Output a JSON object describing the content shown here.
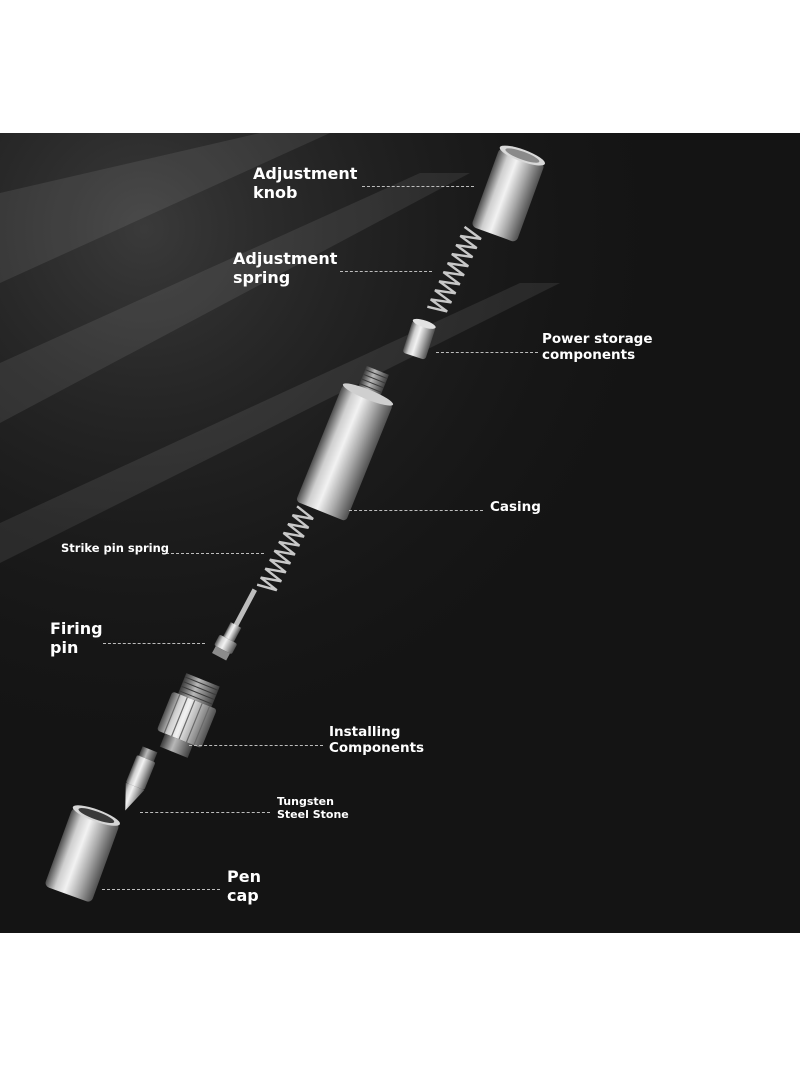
{
  "diagram": {
    "labels": {
      "adjustment_knob": "Adjustment\nknob",
      "adjustment_spring": "Adjustment\nspring",
      "power_storage": "Power storage\ncomponents",
      "casing": "Casing",
      "strike_pin_spring": "Strike pin spring",
      "firing_pin": "Firing\npin",
      "installing_components": "Installing\nComponents",
      "tungsten_steel_stone": "Tungsten\nSteel Stone",
      "pen_cap": "Pen\ncap"
    },
    "colors": {
      "background": "#141414",
      "metal_light": "#e6e6e6",
      "metal_mid": "#9e9e9e",
      "metal_dark": "#5a5a5a",
      "leader_line": "#bdbdbd",
      "text": "#ffffff"
    }
  }
}
